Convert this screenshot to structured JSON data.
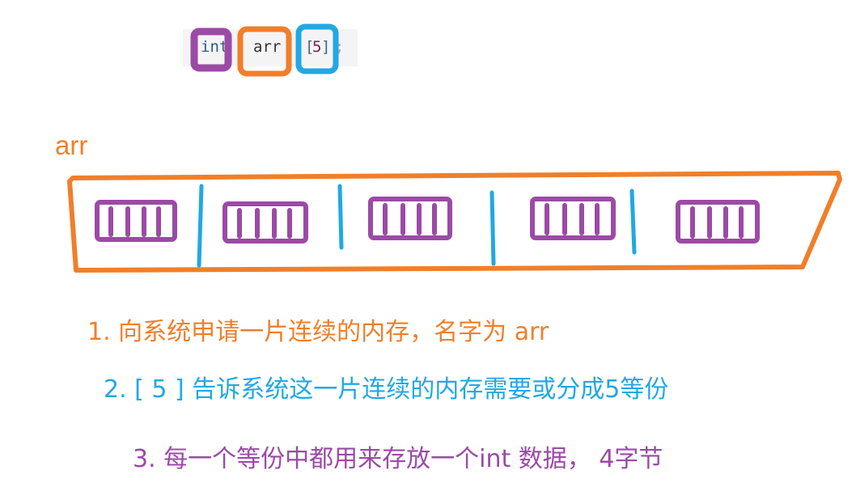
{
  "code": {
    "type_keyword": "int",
    "identifier": "arr",
    "open_bracket": "[",
    "size": "5",
    "close_bracket": "]",
    "semicolon": ";"
  },
  "memory": {
    "label": "arr",
    "cell_count": 5
  },
  "notes": {
    "line1": "1. 向系统申请一片连续的内存，名字为 arr",
    "line2": "2. [ 5 ] 告诉系统这一片连续的内存需要或分成5等份",
    "line3": "3. 每一个等份中都用来存放一个int 数据， 4字节"
  },
  "colors": {
    "orange": "#f07f2a",
    "blue": "#21a8e3",
    "purple": "#9c4aa6"
  }
}
